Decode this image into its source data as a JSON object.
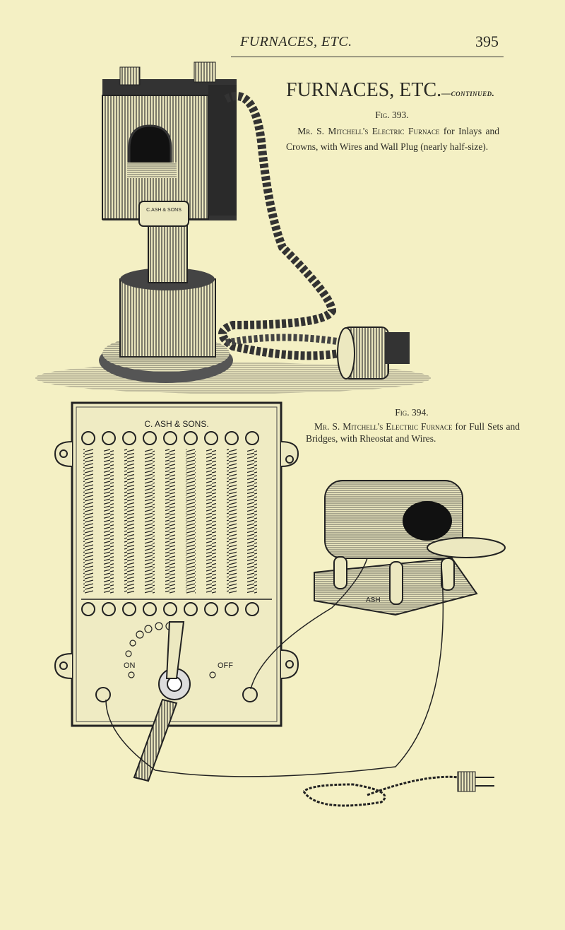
{
  "header": {
    "running_head": "FURNACES, ETC.",
    "page_number": "395"
  },
  "title": {
    "main": "FURNACES, ETC.",
    "continued": "—continued."
  },
  "figures": [
    {
      "label": "Fig. 393.",
      "caption_lead": "Mr. S. Mitchell's Electric Furnace",
      "caption_rest": "for Inlays and Crowns, with Wires and Wall Plug (nearly half-size).",
      "engraved_labels": [
        "C.ASH & SONS"
      ]
    },
    {
      "label": "Fig. 394.",
      "caption_lead": "Mr. S. Mitchell's Electric Furnace",
      "caption_rest": "for Full Sets and Bridges, with Rheostat and Wires.",
      "engraved_labels": [
        "C. ASH & SONS.",
        "ON",
        "OFF",
        "ASH"
      ]
    }
  ]
}
